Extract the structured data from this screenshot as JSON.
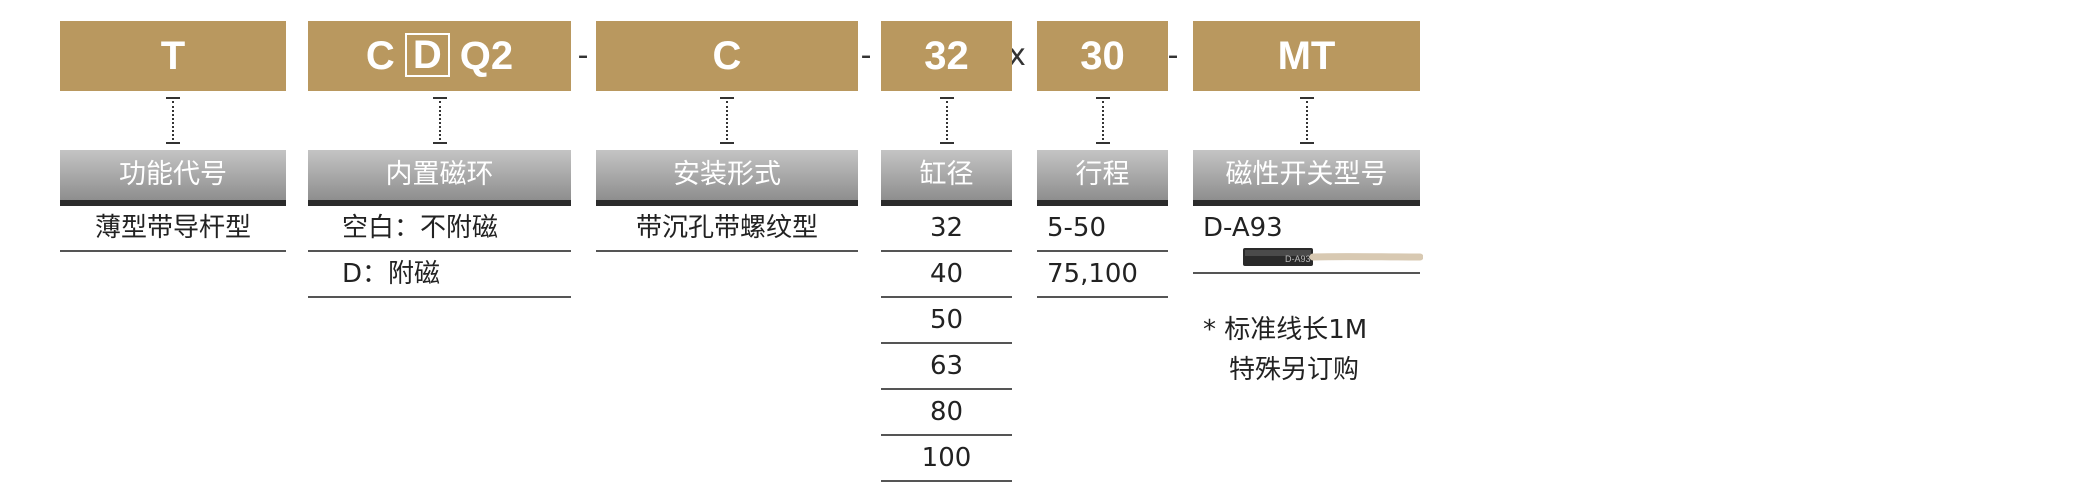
{
  "columns": [
    {
      "code": "T",
      "category": "功能代号",
      "rows": [
        "薄型带导杆型"
      ]
    },
    {
      "code_pre": "C",
      "code_boxed": "D",
      "code_post": "Q2",
      "category": "内置磁环",
      "rows": [
        "空白：不附磁",
        "D：附磁"
      ]
    },
    {
      "code": "C",
      "category": "安装形式",
      "rows": [
        "带沉孔带螺纹型"
      ]
    },
    {
      "code": "32",
      "category": "缸径",
      "rows": [
        "32",
        "40",
        "50",
        "63",
        "80",
        "100"
      ]
    },
    {
      "code": "30",
      "category": "行程",
      "rows": [
        "5-50",
        "75,100"
      ]
    },
    {
      "code": "MT",
      "category": "磁性开关型号",
      "rows": [
        "D-A93"
      ],
      "sensor_image_text": "D-A93",
      "note": [
        "* 标准线长1M",
        "特殊另订购"
      ]
    }
  ],
  "separators": [
    "-",
    "-",
    "-",
    "x",
    "-"
  ],
  "colors": {
    "code_bg": "#b9985f",
    "category_bg": "#a8a8a8",
    "rule": "#2b2b2b"
  }
}
